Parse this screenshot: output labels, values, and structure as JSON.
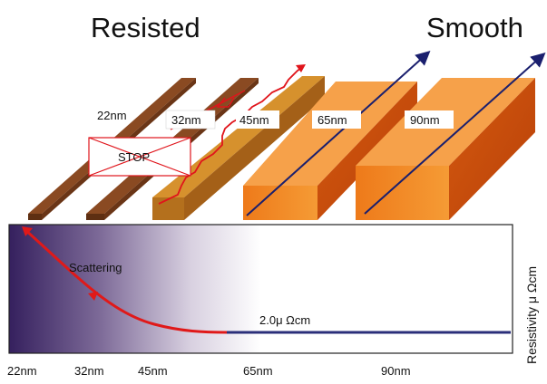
{
  "titles": {
    "left": "Resisted",
    "right": "Smooth"
  },
  "conductor_labels": [
    "22nm",
    "32nm",
    "45nm",
    "65nm",
    "90nm"
  ],
  "stop_sign": "STOP",
  "plot": {
    "scattering_label": "Scattering",
    "resistivity_annotation": "2.0μ Ωcm",
    "ylabel": "Resistivity μ Ωcm",
    "xticks": [
      "22nm",
      "32nm",
      "45nm",
      "65nm",
      "90nm"
    ]
  },
  "colors": {
    "wire_thin": "#7a3f1c",
    "block_orange": "#e86a10",
    "block_top": "#f6a14a",
    "path_red": "#e0141b",
    "arrow_navy": "#1a1f6e",
    "curve_red": "#e01919",
    "flat_navy": "#2b2f7a"
  }
}
